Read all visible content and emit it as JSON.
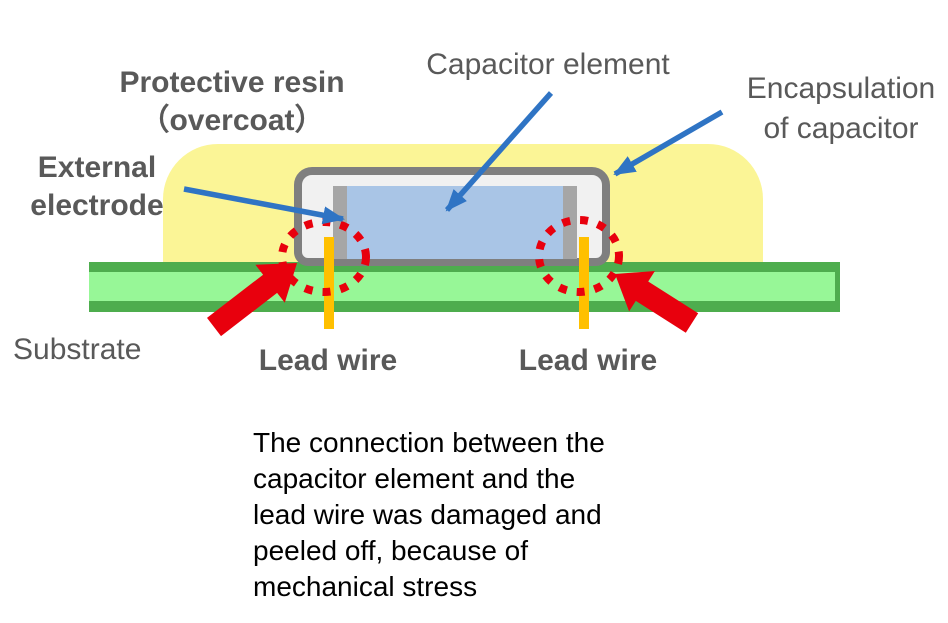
{
  "colors": {
    "yellow": "#fbf596",
    "encap_fill": "#f1f1f1",
    "encap_border": "#7f7f7f",
    "element_blue": "#a9c5e6",
    "electrode_gray": "#a6a6a6",
    "wire_orange": "#ffc000",
    "substrate_light": "#97f797",
    "substrate_dark": "#4ead4e",
    "red": "#e8000d",
    "arrow_blue": "#2f74c4",
    "label_gray": "#595959",
    "text_black": "#000000"
  },
  "labels": {
    "protective_resin": {
      "line1": "Protective resin",
      "line2": "（overcoat）"
    },
    "capacitor_element": "Capacitor element",
    "encapsulation": {
      "line1": "Encapsulation",
      "line2": "of capacitor"
    },
    "external_electrode": {
      "line1": "External",
      "line2": "electrode"
    },
    "substrate": "Substrate",
    "lead_wire_left": "Lead wire",
    "lead_wire_right": "Lead wire"
  },
  "description": "The connection between the capacitor element and the lead wire was damaged and peeled off, because of mechanical stress"
}
